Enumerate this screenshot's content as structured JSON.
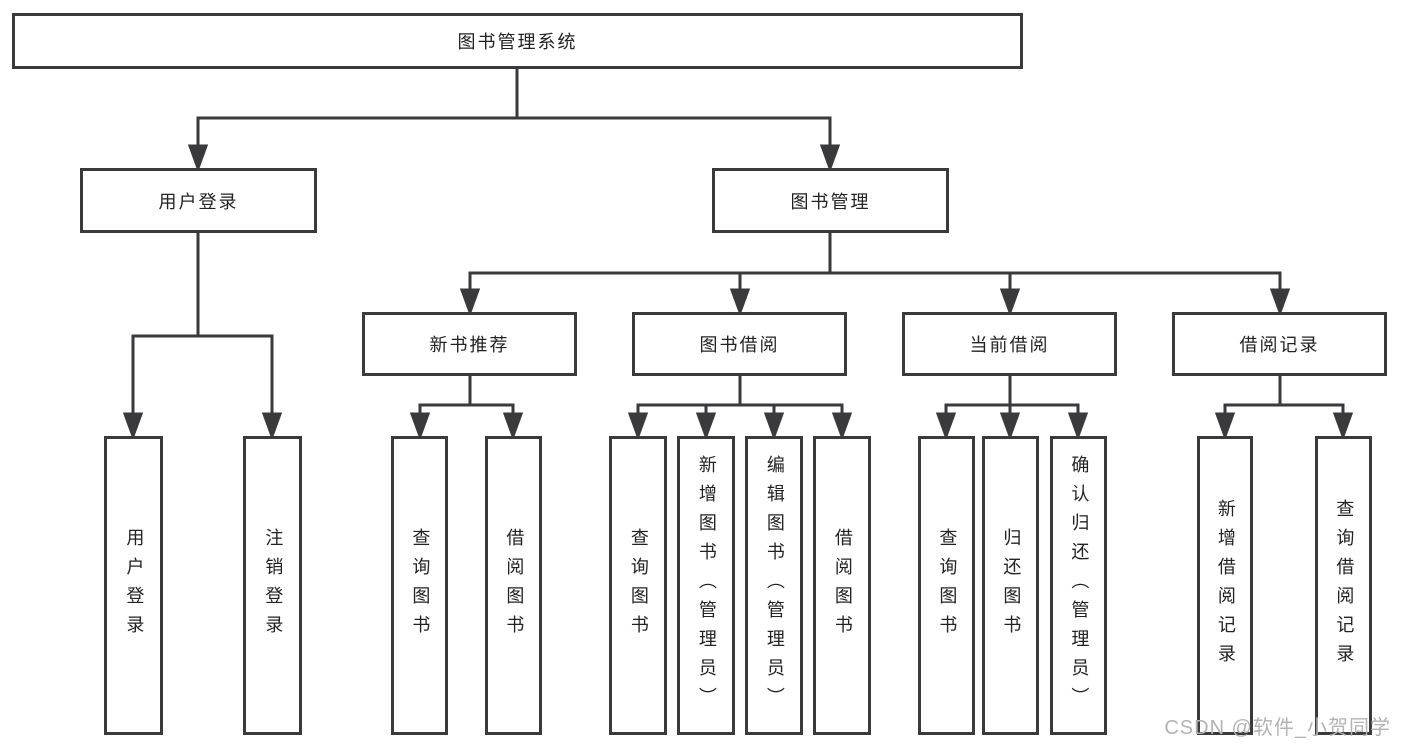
{
  "root": {
    "label": "图书管理系统"
  },
  "branches": [
    {
      "label": "用户登录",
      "children": [
        {
          "label": "用户登录"
        },
        {
          "label": "注销登录"
        }
      ]
    },
    {
      "label": "图书管理",
      "groups": [
        {
          "label": "新书推荐",
          "children": [
            {
              "label": "查询图书"
            },
            {
              "label": "借阅图书"
            }
          ]
        },
        {
          "label": "图书借阅",
          "children": [
            {
              "label": "查询图书"
            },
            {
              "label": "新增图书（管理员）"
            },
            {
              "label": "编辑图书（管理员）"
            },
            {
              "label": "借阅图书"
            }
          ]
        },
        {
          "label": "当前借阅",
          "children": [
            {
              "label": "查询图书"
            },
            {
              "label": "归还图书"
            },
            {
              "label": "确认归还（管理员）"
            }
          ]
        },
        {
          "label": "借阅记录",
          "children": [
            {
              "label": "新增借阅记录"
            },
            {
              "label": "查询借阅记录"
            }
          ]
        }
      ]
    }
  ],
  "watermark": {
    "text": "CSDN @软件_小贺同学"
  },
  "colors": {
    "line": "#3a3a3c",
    "box_border": "#3a3a3c",
    "text": "#222222",
    "watermark": "#b3b3b3",
    "background": "#ffffff"
  }
}
